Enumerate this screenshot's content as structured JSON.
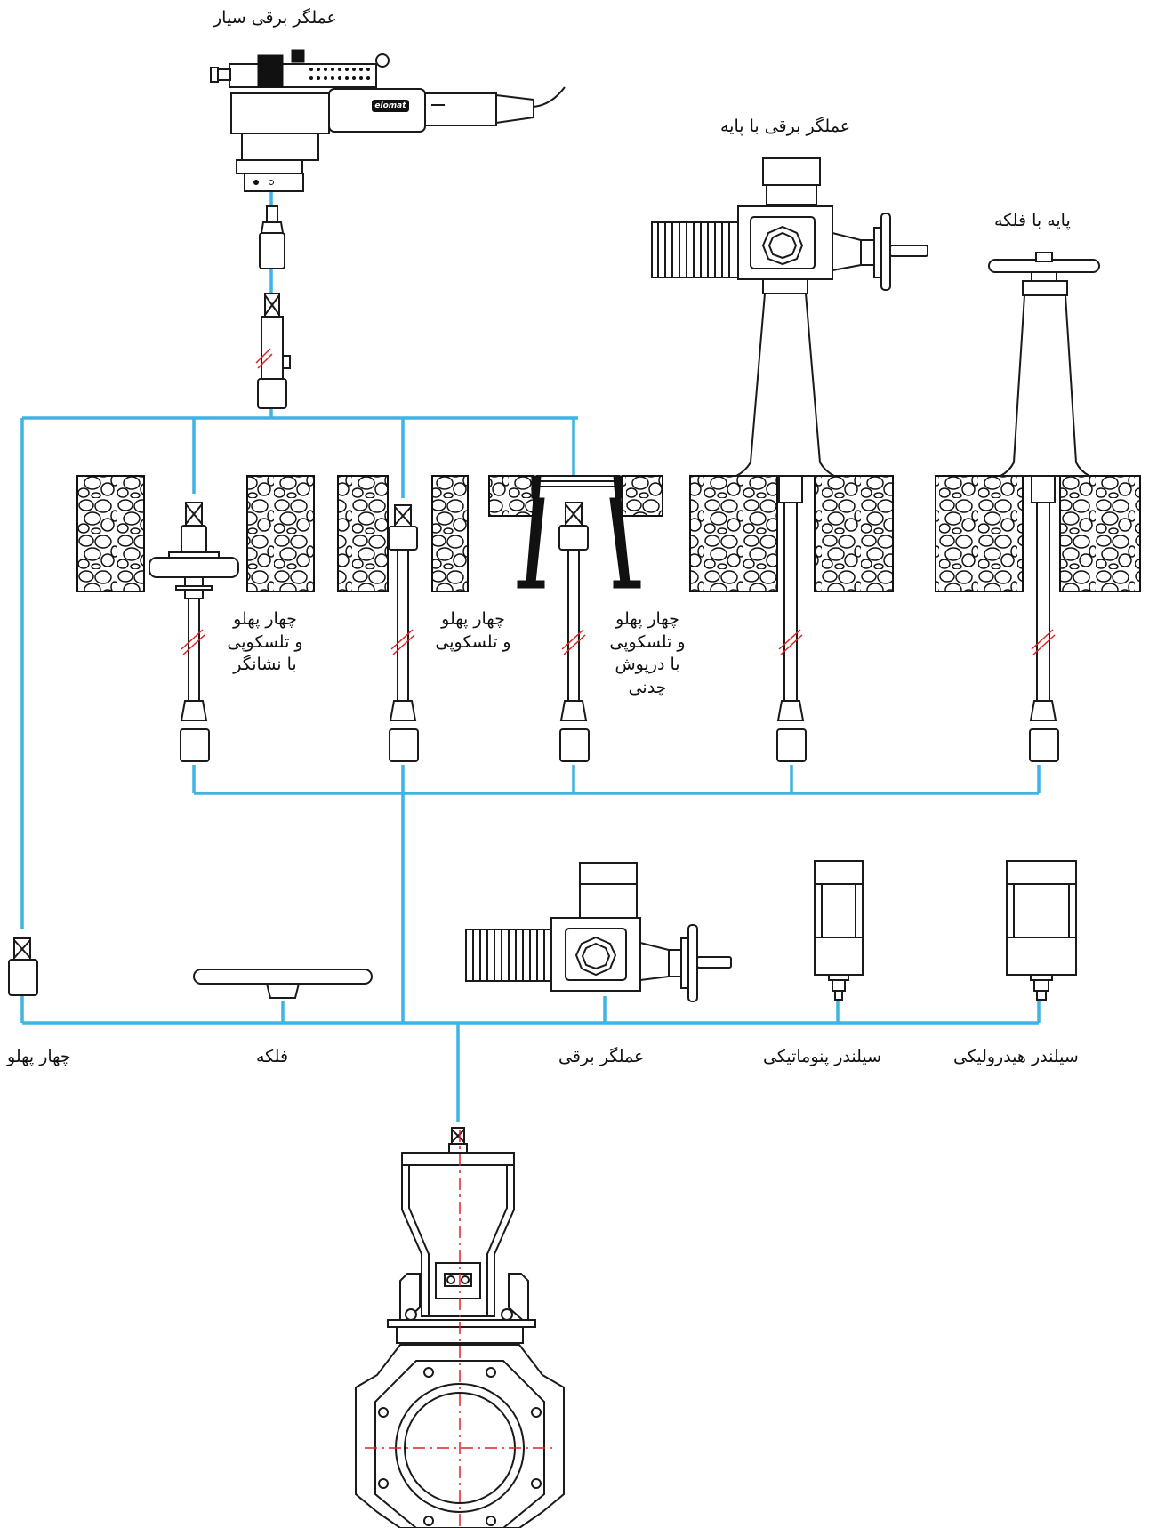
{
  "labels": {
    "portable_actuator": "عملگر برقی سیار",
    "actuator_with_stand": "عملگر برقی با پایه",
    "stand_with_handwheel": "پایه با فلکه",
    "square_telescopic_indicator": [
      "چهار پهلو",
      "و تلسکوپی",
      "با نشانگر"
    ],
    "square_telescopic": [
      "چهار پهلو",
      "و تلسکوپی"
    ],
    "square_telescopic_castcover": [
      "چهار پهلو",
      "و تلسکوپی",
      "با درپوش",
      "چدنی"
    ],
    "square": "چهار پهلو",
    "handwheel": "فلکه",
    "electric_actuator": "عملگر برقی",
    "pneumatic_cylinder": "سیلندر پنوماتیکی",
    "hydraulic_cylinder": "سیلندر هیدرولیکی"
  },
  "brand_badge": "elomat",
  "colors": {
    "connector_line": "#3db4e3",
    "axis_line": "#e02020",
    "outline": "#1a1a1a"
  }
}
